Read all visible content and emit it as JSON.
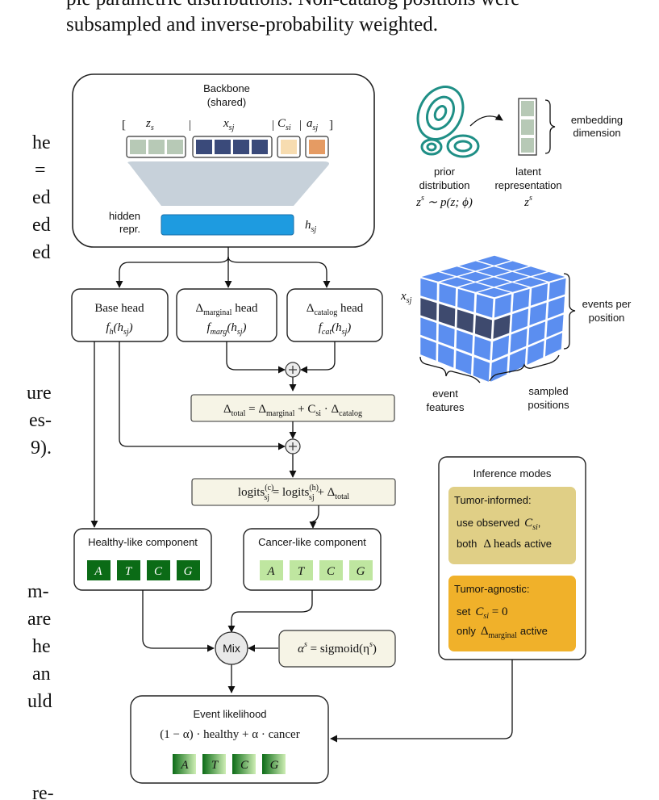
{
  "paper_text": {
    "line1": "ple parametric distributions. Non-catalog positions were",
    "line2": "subsampled and inverse-probability weighted."
  },
  "left_margin_fragments": [
    "he",
    "=",
    "ed",
    "ed",
    "ed",
    "ure",
    "es-",
    "9).",
    "m-",
    "are",
    "he",
    "an",
    "uld",
    "re-"
  ],
  "backbone": {
    "title": "Backbone",
    "subtitle": "(shared)",
    "input_labels": [
      "z",
      "x",
      "C",
      "a"
    ],
    "input_subscripts": [
      "s",
      "sj",
      "si",
      "sj"
    ],
    "hidden_label_line1": "hidden",
    "hidden_label_line2": "repr.",
    "h_label": "h",
    "h_sub": "sj"
  },
  "heads": [
    {
      "name_main": "Base head",
      "name_sub": "",
      "func": "f",
      "func_sub": "h",
      "arg": "(h",
      "arg_sub": "sj",
      "close": ")"
    },
    {
      "name_main": "Δ",
      "name_sub": "marginal",
      "name_rest": " head",
      "func": "f",
      "func_sub": "marg",
      "arg": "(h",
      "arg_sub": "sj",
      "close": ")"
    },
    {
      "name_main": "Δ",
      "name_sub": "catalog",
      "name_rest": " head",
      "func": "f",
      "func_sub": "cat",
      "arg": "(h",
      "arg_sub": "sj",
      "close": ")"
    }
  ],
  "delta_total": {
    "lhs": "Δ",
    "lhs_sub": "total",
    "eq": " = Δ",
    "t1_sub": "marginal",
    "plus": " + C",
    "c_sub": "si",
    "dot": " · Δ",
    "t2_sub": "catalog"
  },
  "logits": {
    "lhs": "logits",
    "lhs_sup": "(c)",
    "lhs_sub": "sj",
    "eq": " = logits",
    "rhs_sup": "(h)",
    "rhs_sub": "sj",
    "plus": " + Δ",
    "rhs_sub2": "total"
  },
  "healthy": {
    "title": "Healthy-like component",
    "bases": [
      "A",
      "T",
      "C",
      "G"
    ]
  },
  "cancer": {
    "title": "Cancer-like component",
    "bases": [
      "A",
      "T",
      "C",
      "G"
    ]
  },
  "mix": {
    "label": "Mix"
  },
  "alpha": {
    "lhs": "α",
    "lhs_sup": "s",
    "eq": " = sigmoid(η",
    "sup2": "s",
    "close": ")"
  },
  "event": {
    "title": "Event likelihood",
    "formula": "(1 − α) · healthy + α · cancer",
    "bases": [
      "A",
      "T",
      "C",
      "G"
    ]
  },
  "prior": {
    "line1": "prior",
    "line2": "distribution",
    "formula_z": "z",
    "formula_sup": "s",
    "formula_rest": " ∼ p(z; ϕ)"
  },
  "latent": {
    "line1": "latent",
    "line2": "representation",
    "z": "z",
    "sup": "s"
  },
  "embedding": {
    "line1": "embedding",
    "line2": "dimension"
  },
  "cube": {
    "x_label": "x",
    "x_sub": "sj",
    "events_line1": "events per",
    "events_line2": "position",
    "features_line1": "event",
    "features_line2": "features",
    "sampled_line1": "sampled",
    "sampled_line2": "positions"
  },
  "inference": {
    "title": "Inference modes",
    "informed_title": "Tumor-informed:",
    "informed_line1": "use observed",
    "informed_c": "C",
    "informed_c_sub": "si",
    "informed_comma": ",",
    "informed_line2a": "both",
    "informed_delta": "Δ heads",
    "informed_line2b": "active",
    "agnostic_title": "Tumor-agnostic:",
    "agnostic_line1": "set",
    "agnostic_c": "C",
    "agnostic_c_sub": "si",
    "agnostic_eq": " = 0",
    "agnostic_line2a": "only",
    "agnostic_delta": "Δ",
    "agnostic_delta_sub": "marginal",
    "agnostic_line2b": "active"
  },
  "colors": {
    "input_grey": "#b7c9b6",
    "input_navy": "#3a4a7a",
    "input_cream": "#f7dcb0",
    "input_orange": "#e59b63",
    "hidden_blue": "#1e9be0",
    "trapezoid": "#c7d1da",
    "healthy_green": "#0b6b16",
    "cancer_green": "#bfe6a0",
    "formula_box": "#f6f4e6",
    "informed_box": "#e0cf86",
    "agnostic_box": "#f0b12a",
    "cube_blue": "#5b8ef0",
    "cube_dark": "#3e4a6e",
    "teal": "#1f8f86"
  }
}
